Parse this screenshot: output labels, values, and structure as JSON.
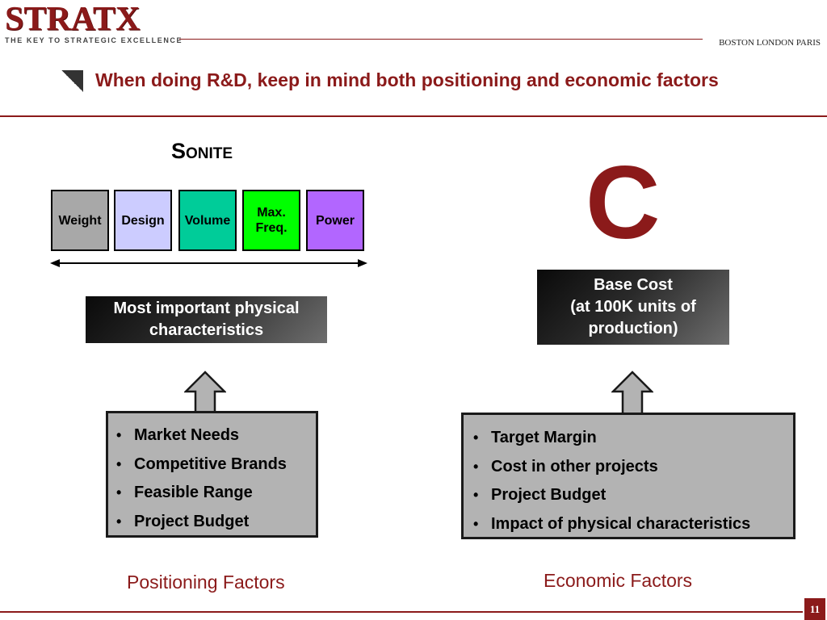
{
  "header": {
    "logo_word_a": "STRAT",
    "logo_word_b": "X",
    "logo_tagline": "THE KEY TO STRATEGIC EXCELLENCE",
    "locations": "BOSTON LONDON PARIS",
    "title": "When doing R&D, keep in mind both positioning and economic factors",
    "brand_color": "#8b1a1a"
  },
  "positioning": {
    "product_name": "Sonite",
    "characteristics": [
      {
        "label": "Weight",
        "color": "#a8a8a8"
      },
      {
        "label": "Design",
        "color": "#ccccff"
      },
      {
        "label": "Volume",
        "color": "#00cc99"
      },
      {
        "label": "Max.",
        "label2": "Freq.",
        "color": "#00ff00"
      },
      {
        "label": "Power",
        "color": "#b266ff"
      }
    ],
    "summary_line1": "Most important physical",
    "summary_line2": "characteristics",
    "factors": [
      "Market Needs",
      "Competitive Brands",
      "Feasible Range",
      "Project Budget"
    ],
    "factors_label": "Positioning Factors"
  },
  "economic": {
    "symbol": "C",
    "summary_line1": "Base Cost",
    "summary_line2": "(at 100K units of",
    "summary_line3": "production)",
    "factors": [
      "Target Margin",
      "Cost in other projects",
      "Project Budget",
      "Impact of physical characteristics"
    ],
    "factors_label": "Economic Factors"
  },
  "footer": {
    "page_number": "11"
  }
}
